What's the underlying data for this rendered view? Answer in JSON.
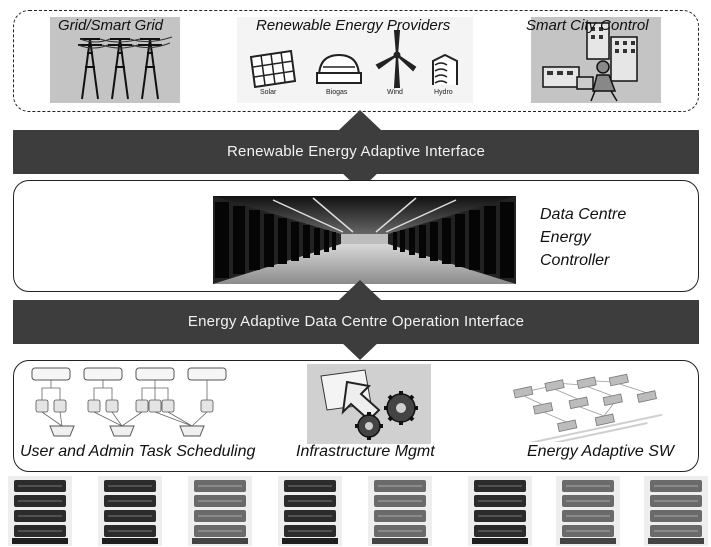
{
  "top_layer": {
    "grid_label": "Grid/Smart Grid",
    "renewable_label": "Renewable Energy Providers",
    "renewable_items": [
      "Solar",
      "Biogas",
      "Wind",
      "Hydro"
    ],
    "city_label": "Smart City Control"
  },
  "interface_top": "Renewable Energy Adaptive Interface",
  "controller": {
    "line1": "Data Centre",
    "line2": "Energy",
    "line3": "Controller"
  },
  "interface_bottom": "Energy Adaptive Data Centre Operation Interface",
  "software_layer": {
    "scheduling": "User  and Admin Task  Scheduling",
    "infrastructure": "Infrastructure Mgmt",
    "energy_sw": "Energy Adaptive SW"
  },
  "colors": {
    "band": "#3d3d3d",
    "band_text": "#f2f2f2",
    "panel_bg": "#c8c8c8"
  }
}
